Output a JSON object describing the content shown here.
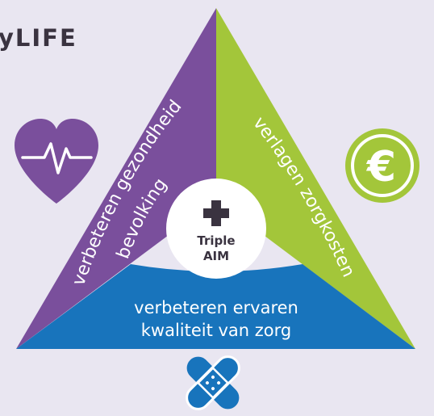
{
  "brand": "yLIFE",
  "center": {
    "line1": "Triple",
    "line2": "AIM"
  },
  "segments": {
    "left": {
      "line1": "verbeteren gezondheid",
      "line2": "bevolking",
      "color": "#7a4f9c",
      "icon": "heart-pulse-icon"
    },
    "right": {
      "line1": "verlagen zorgkosten",
      "color": "#a3c63a",
      "icon": "euro-icon"
    },
    "bottom": {
      "line1": "verbeteren ervaren",
      "line2": "kwaliteit van zorg",
      "color": "#1874bc",
      "icon": "bandage-icon"
    }
  }
}
